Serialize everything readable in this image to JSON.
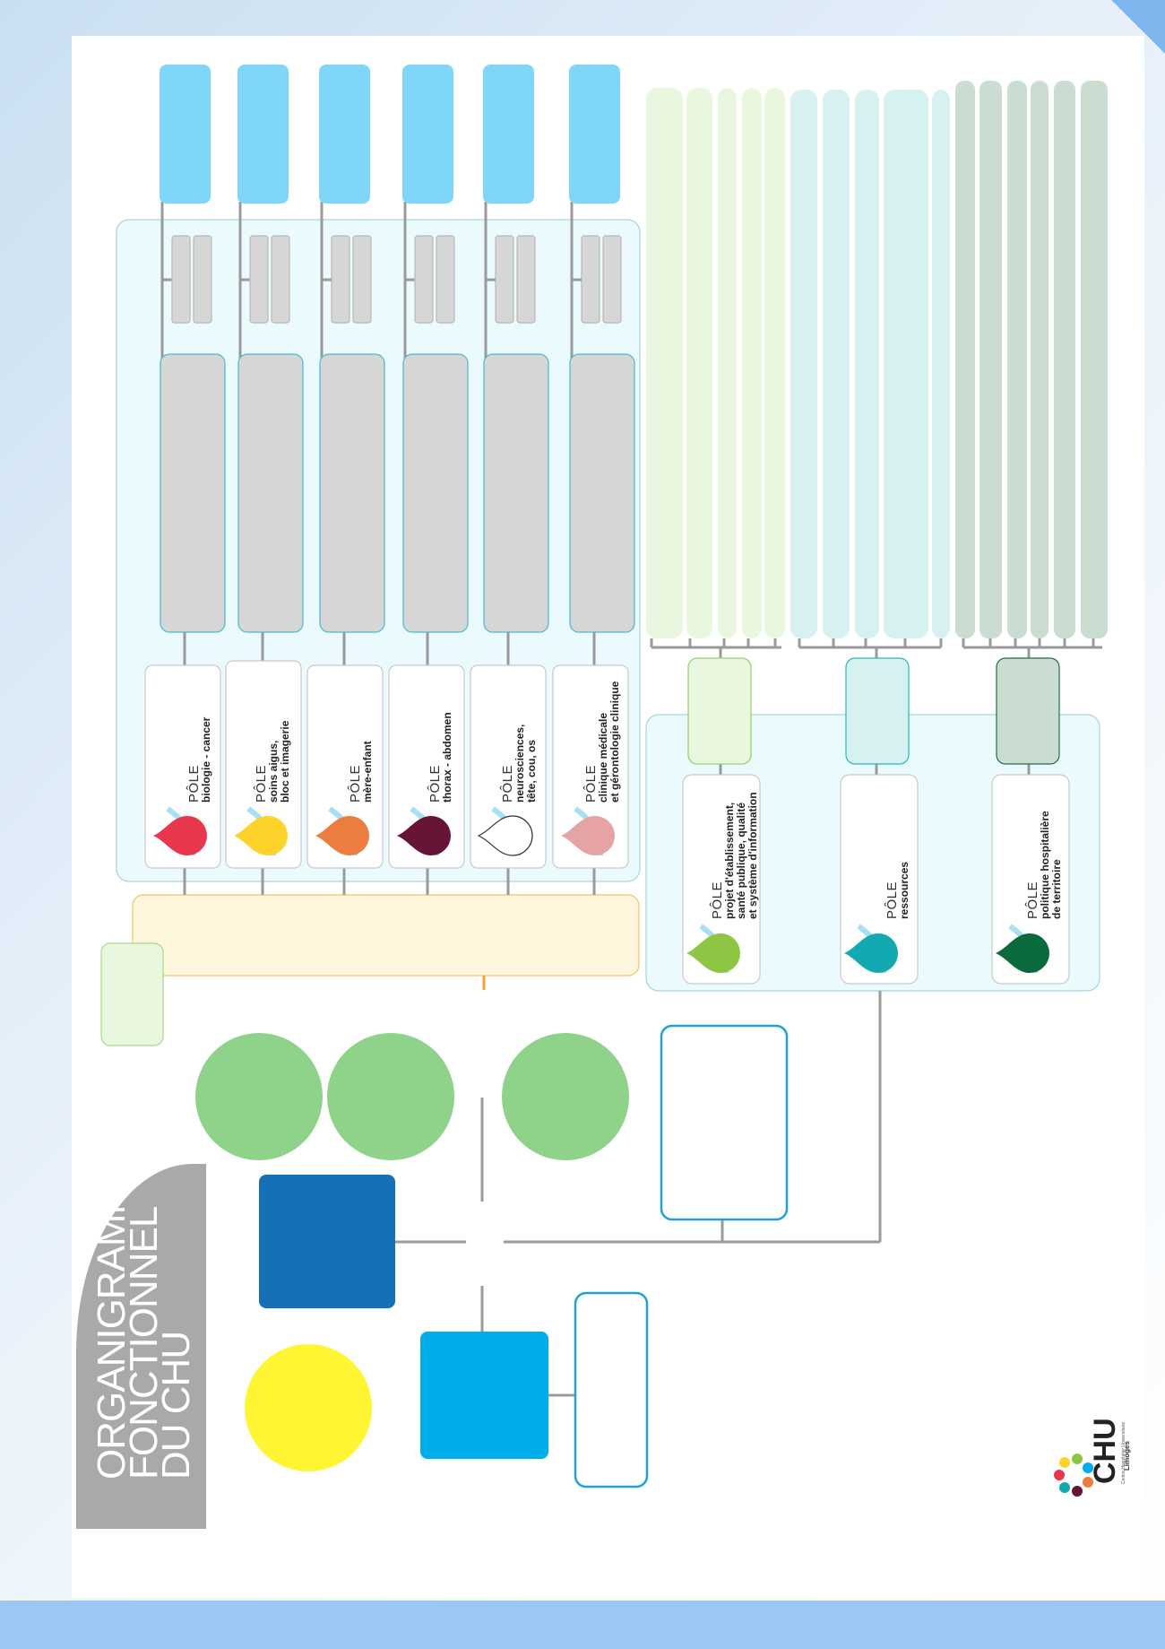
{
  "title": {
    "lines": [
      "ORGANIGRAMME",
      "FONCTIONNEL",
      "DU CHU"
    ]
  },
  "colors": {
    "column_blue": "#7fd6f9",
    "gray_box": "#d6d6d6",
    "mid_panel": "#eafafd",
    "mid_panel_border": "#a9d3dd",
    "orange_panel": "#fdf6dd",
    "orange_border": "#f3c46a",
    "green_circle": "#8fd28a",
    "dark_blue_square": "#1570b8",
    "blue_square": "#00adeb",
    "yellow_circle": "#fff533",
    "light_green": "#eaf7df",
    "light_teal": "#d6f1f0",
    "sage": "#cbddd0"
  },
  "clinical_poles": [
    {
      "pole_word": "PÔLE",
      "name_lines": [
        "biologie - cancer"
      ],
      "drop_color": "#e8364d",
      "icon": "drop-icon"
    },
    {
      "pole_word": "PÔLE",
      "name_lines": [
        "soins aigus,",
        "bloc et imagerie"
      ],
      "drop_color": "#fdd32a",
      "icon": "drop-icon"
    },
    {
      "pole_word": "PÔLE",
      "name_lines": [
        "mère-enfant"
      ],
      "drop_color": "#ec7d40",
      "icon": "drop-icon"
    },
    {
      "pole_word": "PÔLE",
      "name_lines": [
        "thorax - abdomen"
      ],
      "drop_color": "#661537",
      "icon": "drop-icon"
    },
    {
      "pole_word": "PÔLE",
      "name_lines": [
        "neurosciences,",
        "tête, cou, os"
      ],
      "drop_color": "#ffffff",
      "icon": "drop-icon"
    },
    {
      "pole_word": "PÔLE",
      "name_lines": [
        "clinique médicale",
        "et gérontologie clinique"
      ],
      "drop_color": "#e6a3a3",
      "icon": "drop-icon"
    }
  ],
  "support_poles": [
    {
      "pole_word": "PÔLE",
      "name_lines": [
        "projet d'établissement,",
        "santé publique, qualité",
        "et système d'information"
      ],
      "drop_color": "#8dc642",
      "icon": "drop-icon"
    },
    {
      "pole_word": "PÔLE",
      "name_lines": [
        "ressources"
      ],
      "drop_color": "#12a9b0",
      "icon": "drop-icon"
    },
    {
      "pole_word": "PÔLE",
      "name_lines": [
        "politique hospitalière",
        "de territoire"
      ],
      "drop_color": "#0a6a3b",
      "icon": "drop-icon"
    }
  ],
  "logo": {
    "name": "CHU",
    "subtitle": "Centre Hospitalier Universitaire",
    "city": "Limoges",
    "icon": "chu-flower-logo-icon"
  }
}
